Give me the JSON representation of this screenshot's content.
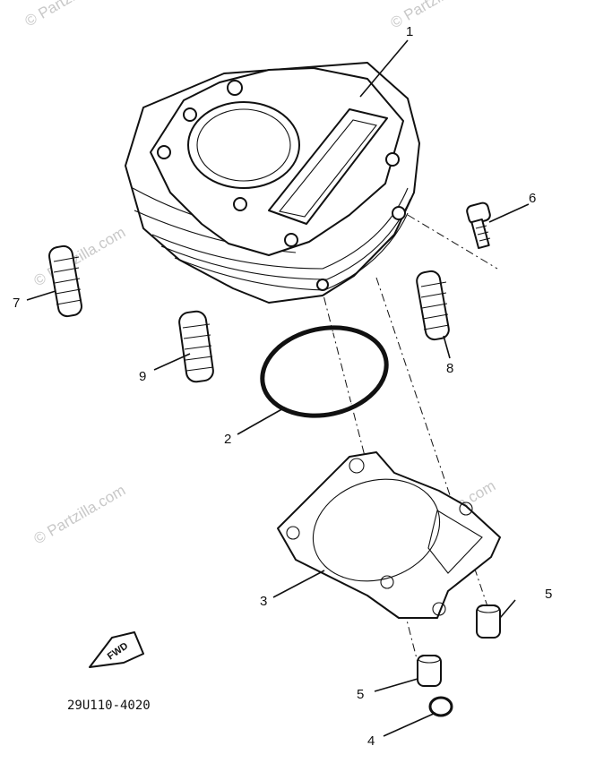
{
  "diagram": {
    "part_code": "29U110-4020",
    "fwd_label": "FWD",
    "watermark": "© Partzilla.com",
    "callouts": [
      {
        "key": "cylinder",
        "label": "1"
      },
      {
        "key": "o_ring",
        "label": "2"
      },
      {
        "key": "gasket",
        "label": "3"
      },
      {
        "key": "clip",
        "label": "4"
      },
      {
        "key": "dowel_right",
        "label": "5"
      },
      {
        "key": "dowel_left",
        "label": "5"
      },
      {
        "key": "bolt",
        "label": "6"
      },
      {
        "key": "stud_left",
        "label": "7"
      },
      {
        "key": "stud_right",
        "label": "8"
      },
      {
        "key": "stud_center",
        "label": "9"
      }
    ]
  }
}
